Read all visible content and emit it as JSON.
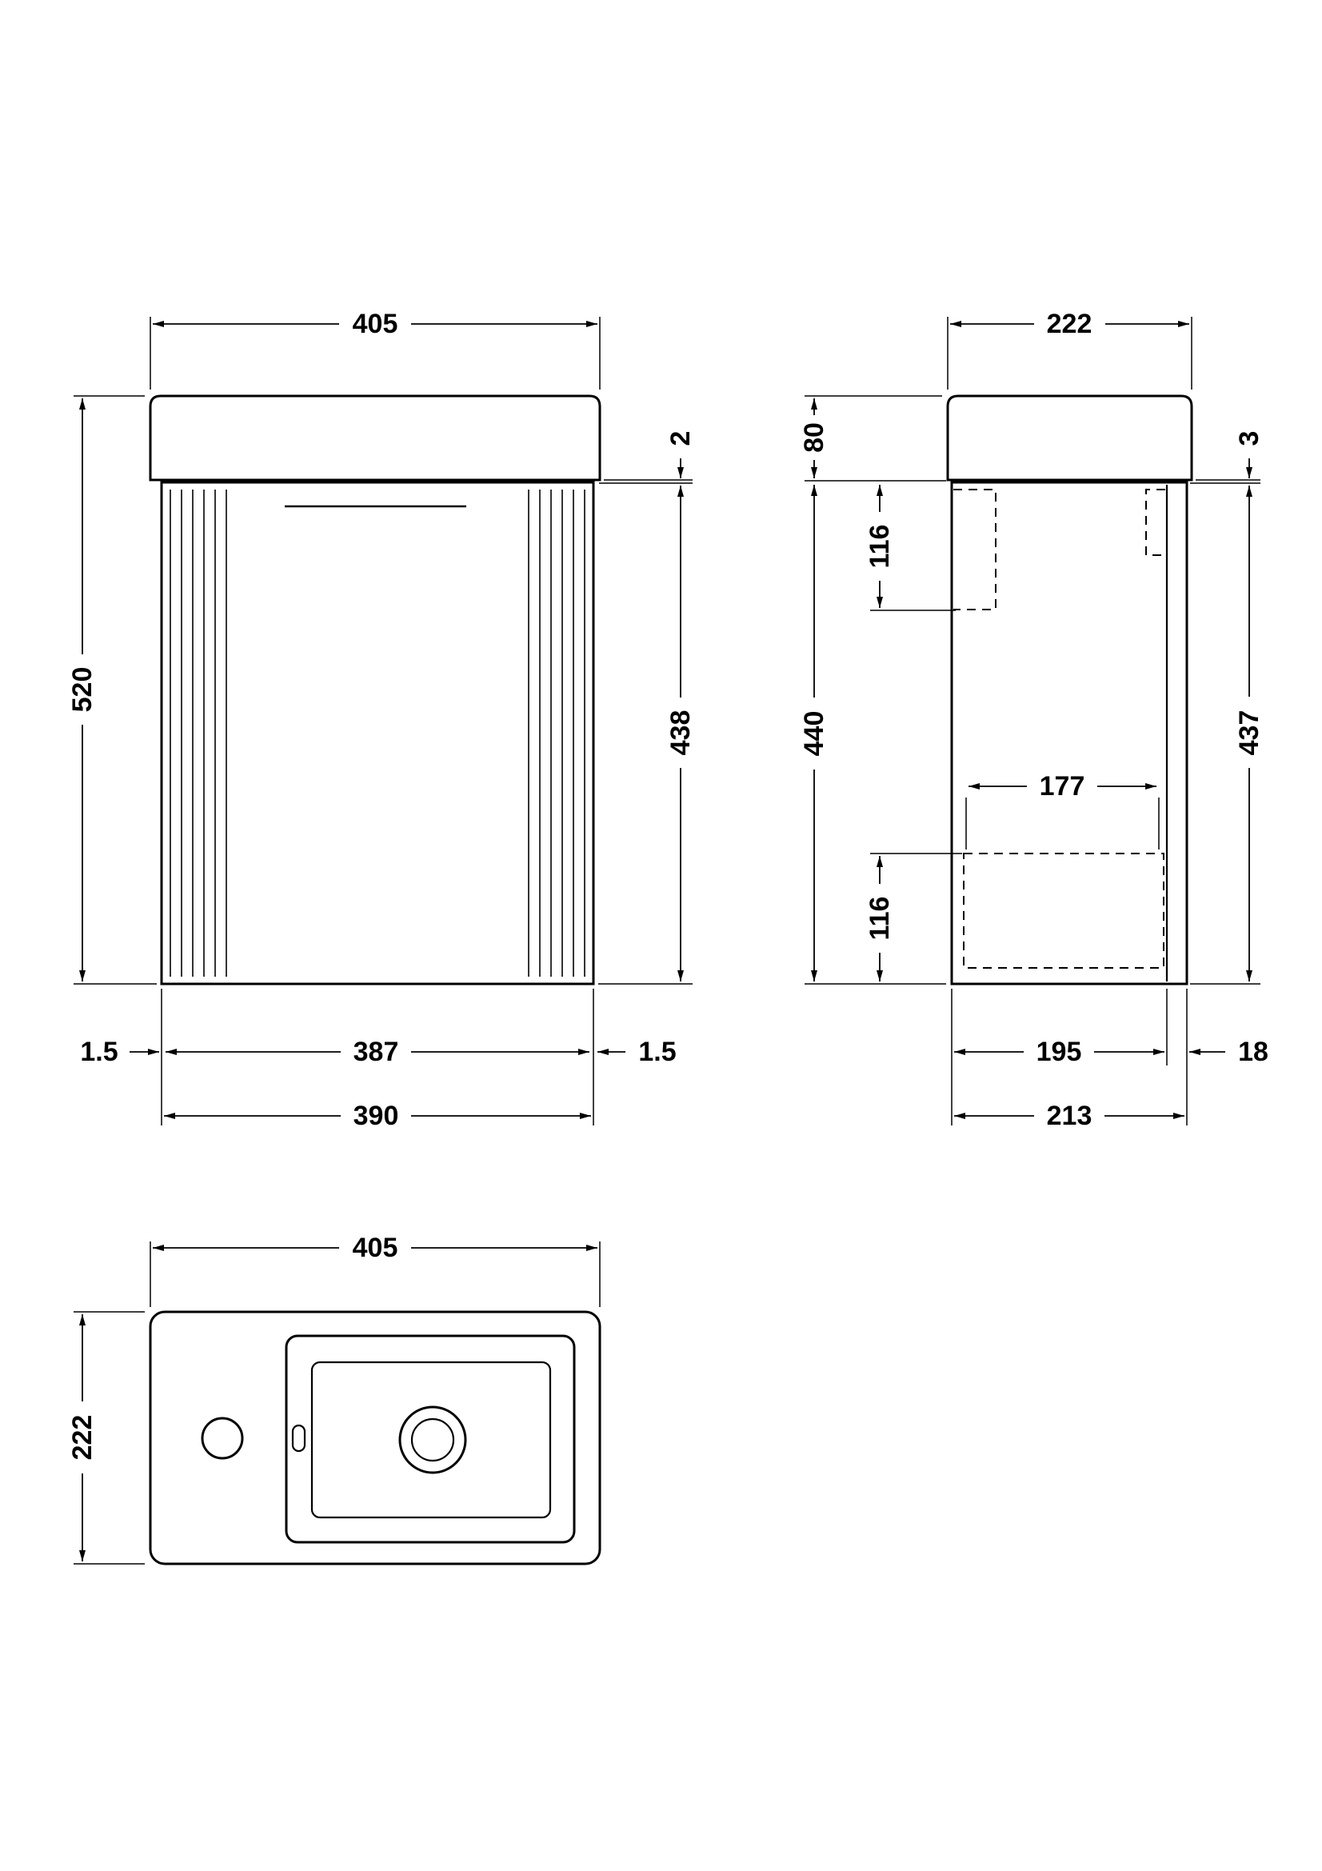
{
  "front": {
    "width": "405",
    "overall_height": "520",
    "lip_gap": "2",
    "cabinet_height": "438",
    "left_gap": "1.5",
    "door_width": "387",
    "right_gap": "1.5",
    "cabinet_width": "390"
  },
  "side": {
    "depth": "222",
    "basin_height": "80",
    "top_bracket_offset": "116",
    "cabinet_height_back": "440",
    "front_lip_gap": "3",
    "cabinet_height_front": "437",
    "internal_depth": "177",
    "bottom_bracket_offset": "116",
    "carcass_depth": "195",
    "door_thickness": "18",
    "overall_depth": "213"
  },
  "plan": {
    "width": "405",
    "depth": "222"
  }
}
